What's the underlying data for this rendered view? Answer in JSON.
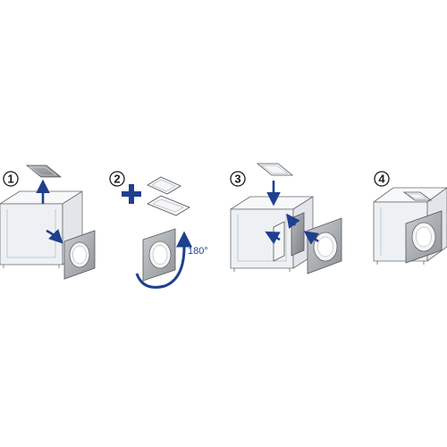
{
  "steps": [
    {
      "number": "1"
    },
    {
      "number": "2"
    },
    {
      "number": "3"
    },
    {
      "number": "4"
    }
  ],
  "step2": {
    "rotation_label": "180°"
  },
  "colors": {
    "arrow": "#1f3f8f",
    "line": "#6b6b6b",
    "panel_fill": "#f3f5f7",
    "face_fill": "#e6e9ec",
    "plate_fill": "#a9adb1"
  }
}
